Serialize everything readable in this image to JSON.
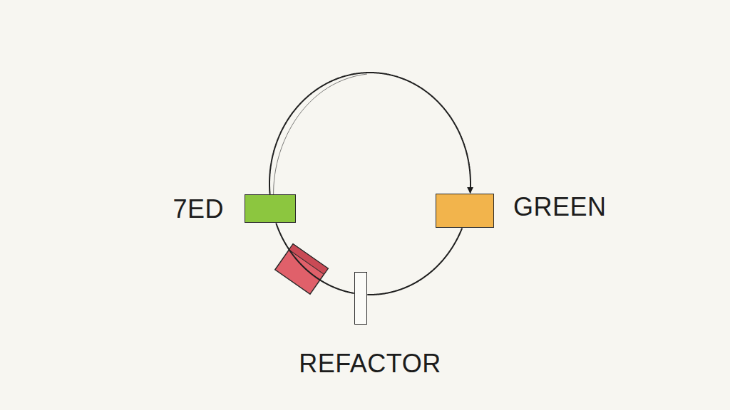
{
  "diagram": {
    "nodes": [
      {
        "text": [
          "7ED"
        ]
      },
      {
        "text": [
          "GREEN"
        ]
      },
      {
        "text": [
          "REFACTOR"
        ]
      }
    ],
    "edges": [
      {
        "from": 0,
        "to": 1,
        "arrow": "to"
      },
      {
        "from": 1,
        "to": 2,
        "arrow": "none"
      },
      {
        "from": 2,
        "to": 0,
        "arrow": "none"
      }
    ]
  }
}
